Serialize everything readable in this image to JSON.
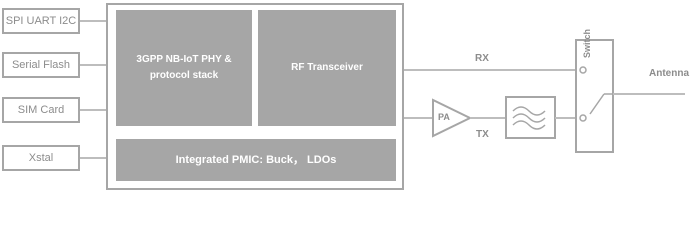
{
  "peripherals": [
    "SPI UART I2C",
    "Serial Flash",
    "SIM Card",
    "Xstal"
  ],
  "chip": {
    "phy_line1": "3GPP NB-IoT PHY &",
    "phy_line2": "protocol stack",
    "rf": "RF Transceiver",
    "pmic": "Integrated PMIC:  Buck， LDOs"
  },
  "rx_label": "RX",
  "tx_label": "TX",
  "pa_label": "PA",
  "switch_label": "Switch",
  "antenna_label": "Antenna",
  "colors": {
    "block": "#a6a6a6",
    "stroke": "#a6a6a6",
    "text": "#8c8c8c"
  }
}
